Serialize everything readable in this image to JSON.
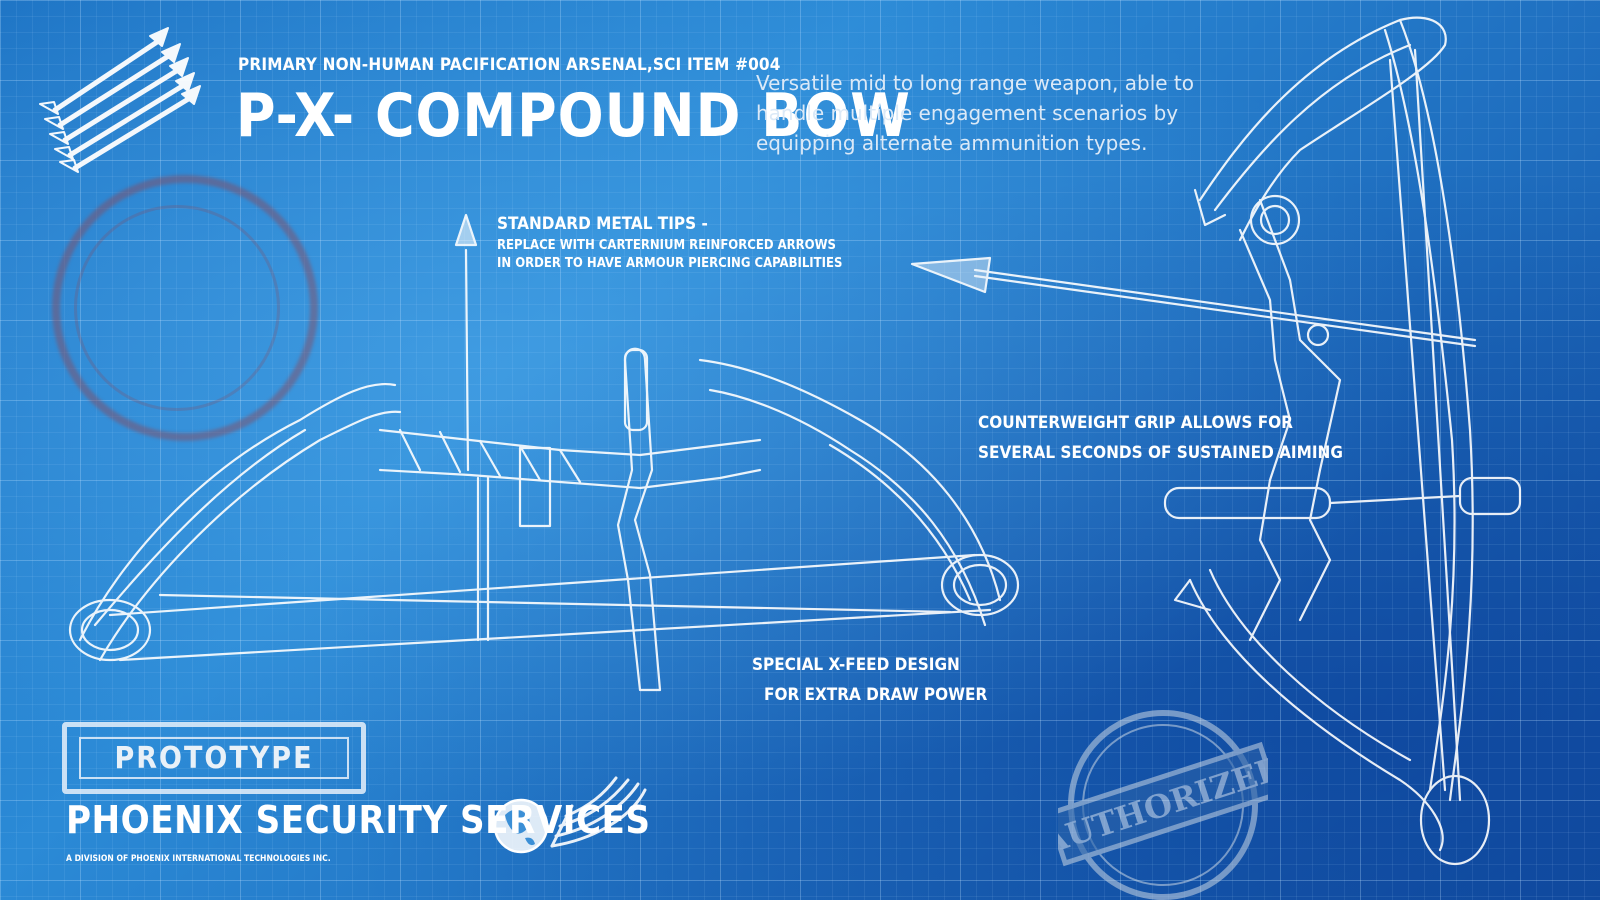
{
  "header": {
    "subtitle": "PRIMARY NON-HUMAN PACIFICATION ARSENAL,SCI  ITEM #004",
    "title": "P-X- COMPOUND BOW"
  },
  "description": "Versatile mid to long range weapon, able to handle multiple engagement scenarios by equipping alternate ammunition types.",
  "notes": {
    "tips_heading": "STANDARD METAL TIPS -",
    "tips_line1": "REPLACE WITH CARTERNIUM REINFORCED ARROWS",
    "tips_line2": "IN ORDER TO HAVE ARMOUR PIERCING CAPABILITIES",
    "grip_line1": "COUNTERWEIGHT GRIP ALLOWS FOR",
    "grip_line2": "SEVERAL SECONDS OF SUSTAINED AIMING",
    "xfeed_line1": "SPECIAL X-FEED DESIGN",
    "xfeed_line2": "FOR EXTRA DRAW POWER"
  },
  "stamps": {
    "prototype": "PROTOTYPE",
    "authorized": "AUTHORIZED"
  },
  "footer": {
    "company": "PHOENIX SECURITY SERVICES",
    "division": "A DIVISION OF PHOENIX INTERNATIONAL TECHNOLOGIES INC."
  },
  "icons": {
    "arrows": "arrows-bundle-icon",
    "globe": "globe-icon",
    "wing": "wing-icon"
  },
  "colors": {
    "background": "#1f78c8",
    "line": "#ffffff",
    "stain": "#8c465a"
  }
}
